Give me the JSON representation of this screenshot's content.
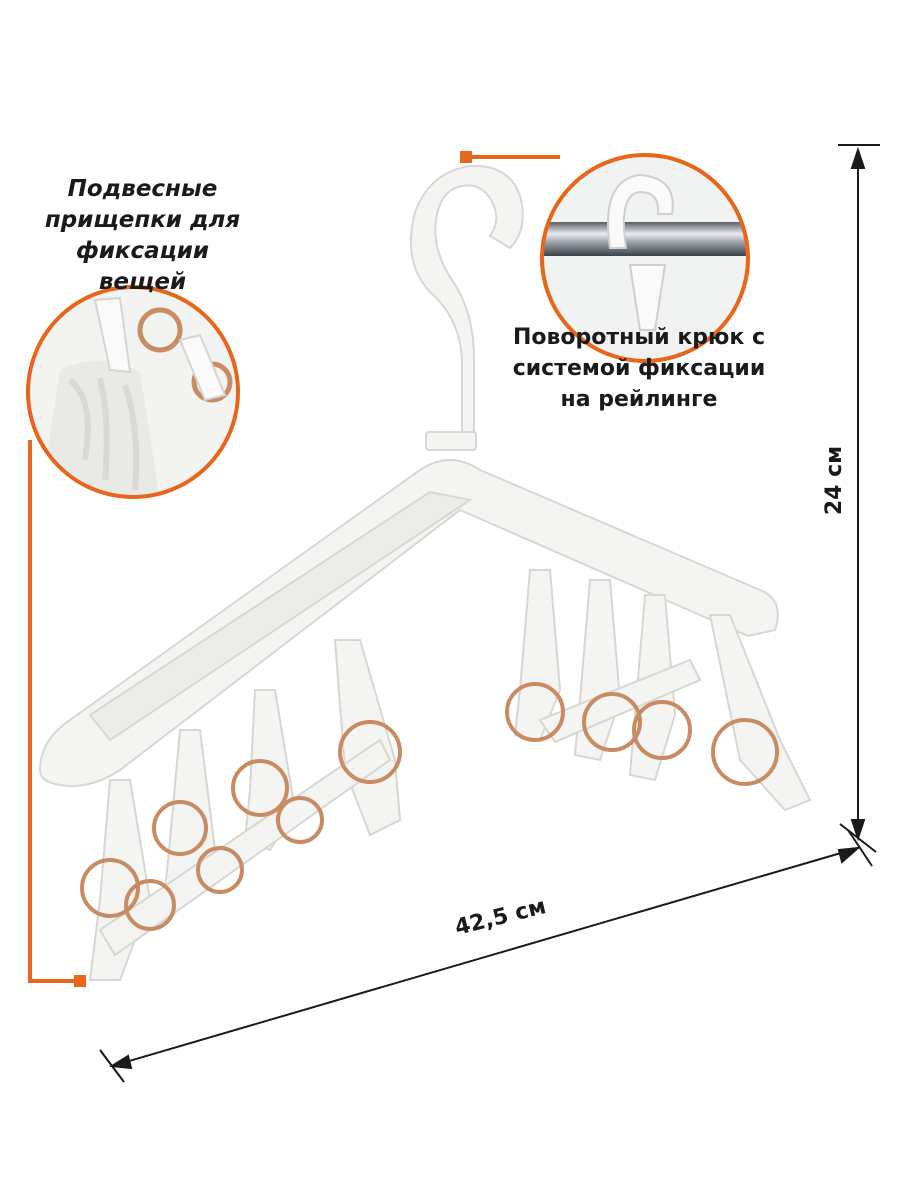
{
  "colors": {
    "accent": "#e8661a",
    "line": "#1a1a1a",
    "plastic": "#f4f4f2",
    "ring": "#c98b62"
  },
  "callouts": {
    "clips": {
      "lines": [
        "Подвесные",
        "прищепки для",
        "фиксации",
        "вещей"
      ],
      "icon": "clip-detail-inset"
    },
    "hook": {
      "lines": [
        "Поворотный крюк с",
        "системой фиксации",
        "на рейлинге"
      ],
      "icon": "hook-on-rail-inset"
    }
  },
  "dimensions": {
    "height": "24 см",
    "width": "42,5 см"
  },
  "product": {
    "icon": "hanger-with-clips"
  }
}
